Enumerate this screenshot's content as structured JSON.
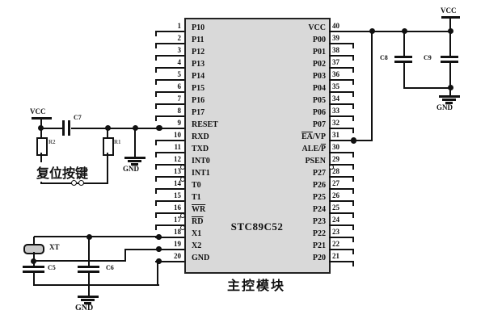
{
  "chip": {
    "name": "STC89C52",
    "caption": "主控模块",
    "left_pins": [
      {
        "num": "1",
        "segs": [
          {
            "t": "P10"
          }
        ],
        "end": "tick"
      },
      {
        "num": "2",
        "segs": [
          {
            "t": "P11"
          }
        ],
        "end": "tick"
      },
      {
        "num": "3",
        "segs": [
          {
            "t": "P12"
          }
        ],
        "end": "tick"
      },
      {
        "num": "4",
        "segs": [
          {
            "t": "P13"
          }
        ],
        "end": "tick"
      },
      {
        "num": "5",
        "segs": [
          {
            "t": "P14"
          }
        ],
        "end": "tick"
      },
      {
        "num": "6",
        "segs": [
          {
            "t": "P15"
          }
        ],
        "end": "tick"
      },
      {
        "num": "7",
        "segs": [
          {
            "t": "P16"
          }
        ],
        "end": "tick"
      },
      {
        "num": "8",
        "segs": [
          {
            "t": "P17"
          }
        ],
        "end": "tick"
      },
      {
        "num": "9",
        "segs": [
          {
            "t": "RESET"
          }
        ],
        "end": "dot"
      },
      {
        "num": "10",
        "segs": [
          {
            "t": "RXD"
          }
        ],
        "end": "tick"
      },
      {
        "num": "11",
        "segs": [
          {
            "t": "TXD"
          }
        ],
        "end": "tick"
      },
      {
        "num": "12",
        "segs": [
          {
            "t": "INT0"
          }
        ],
        "end": "tick",
        "bubble": true
      },
      {
        "num": "13",
        "segs": [
          {
            "t": "INT1"
          }
        ],
        "end": "tick",
        "bubble": true
      },
      {
        "num": "14",
        "segs": [
          {
            "t": "T0"
          }
        ],
        "end": "tick"
      },
      {
        "num": "15",
        "segs": [
          {
            "t": "T1"
          }
        ],
        "end": "tick"
      },
      {
        "num": "16",
        "segs": [
          {
            "t": "WR",
            "ov": true
          }
        ],
        "end": "tick",
        "bubble": true
      },
      {
        "num": "17",
        "segs": [
          {
            "t": "RD",
            "ov": true
          }
        ],
        "end": "tick",
        "bubble": true
      },
      {
        "num": "18",
        "segs": [
          {
            "t": "X1"
          }
        ],
        "end": "dot"
      },
      {
        "num": "19",
        "segs": [
          {
            "t": "X2"
          }
        ],
        "end": "dot"
      },
      {
        "num": "20",
        "segs": [
          {
            "t": "GND"
          }
        ],
        "end": "dot"
      }
    ],
    "right_pins": [
      {
        "num": "40",
        "segs": [
          {
            "t": "VCC"
          }
        ],
        "end": "none"
      },
      {
        "num": "39",
        "segs": [
          {
            "t": "P00"
          }
        ],
        "end": "tick"
      },
      {
        "num": "38",
        "segs": [
          {
            "t": "P01"
          }
        ],
        "end": "tick"
      },
      {
        "num": "37",
        "segs": [
          {
            "t": "P02"
          }
        ],
        "end": "tick"
      },
      {
        "num": "36",
        "segs": [
          {
            "t": "P03"
          }
        ],
        "end": "tick"
      },
      {
        "num": "35",
        "segs": [
          {
            "t": "P04"
          }
        ],
        "end": "tick"
      },
      {
        "num": "34",
        "segs": [
          {
            "t": "P05"
          }
        ],
        "end": "tick"
      },
      {
        "num": "33",
        "segs": [
          {
            "t": "P06"
          }
        ],
        "end": "tick"
      },
      {
        "num": "32",
        "segs": [
          {
            "t": "P07"
          }
        ],
        "end": "tick"
      },
      {
        "num": "31",
        "segs": [
          {
            "t": "EA",
            "ov": true
          },
          {
            "t": "/VP"
          }
        ],
        "end": "dot"
      },
      {
        "num": "30",
        "segs": [
          {
            "t": "ALE/"
          },
          {
            "t": "P",
            "ov": true
          }
        ],
        "end": "tick"
      },
      {
        "num": "29",
        "segs": [
          {
            "t": "PSEN"
          }
        ],
        "end": "tick",
        "bubble": true
      },
      {
        "num": "28",
        "segs": [
          {
            "t": "P27"
          }
        ],
        "end": "tick"
      },
      {
        "num": "27",
        "segs": [
          {
            "t": "P26"
          }
        ],
        "end": "tick"
      },
      {
        "num": "26",
        "segs": [
          {
            "t": "P25"
          }
        ],
        "end": "tick"
      },
      {
        "num": "25",
        "segs": [
          {
            "t": "P24"
          }
        ],
        "end": "tick"
      },
      {
        "num": "24",
        "segs": [
          {
            "t": "P23"
          }
        ],
        "end": "tick"
      },
      {
        "num": "23",
        "segs": [
          {
            "t": "P22"
          }
        ],
        "end": "tick"
      },
      {
        "num": "22",
        "segs": [
          {
            "t": "P21"
          }
        ],
        "end": "tick"
      },
      {
        "num": "21",
        "segs": [
          {
            "t": "P20"
          }
        ],
        "end": "tick"
      }
    ]
  },
  "reset": {
    "vcc": "VCC",
    "c7": "C7",
    "r2": "R2",
    "r1": "R1",
    "gnd": "GND",
    "button": "复位按键"
  },
  "xtal": {
    "xt": "XT",
    "c5": "C5",
    "c6": "C6",
    "gnd": "GND"
  },
  "power": {
    "vcc": "VCC",
    "c8": "C8",
    "c9": "C9",
    "gnd": "GND"
  },
  "colors": {
    "wire": "#111111",
    "chip_fill": "#d9d9d9",
    "chip_border": "#222222"
  }
}
